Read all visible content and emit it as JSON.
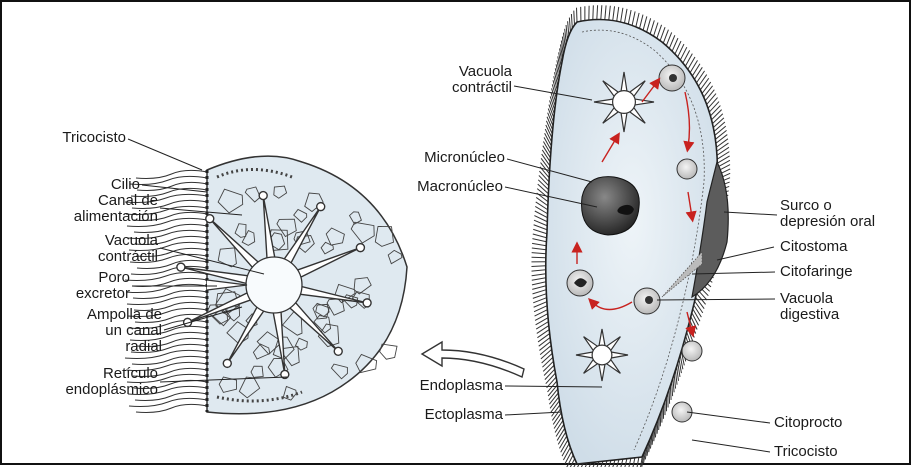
{
  "left_labels": {
    "tricocisto": "Tricocisto",
    "cilio": "Cilio",
    "canal_alimentacion": [
      "Canal de",
      "alimentación"
    ],
    "vacuola_contractil": [
      "Vacuola",
      "contráctil"
    ],
    "poro_excretor": [
      "Poro",
      "excretor"
    ],
    "ampolla": [
      "Ampolla de",
      "un canal",
      "radial"
    ],
    "reticulo": [
      "Retículo",
      "endoplásmico"
    ]
  },
  "right_labels": {
    "vacuola_contractil_top": [
      "Vacuola",
      "contráctil"
    ],
    "micronucleo": "Micronúcleo",
    "macronucleo": "Macronúcleo",
    "surco": [
      "Surco o",
      "depresión oral"
    ],
    "citostoma": "Citostoma",
    "citofaringe": "Citofaringe",
    "vacuola_digestiva": [
      "Vacuola",
      "digestiva"
    ],
    "endoplasma": "Endoplasma",
    "ectoplasma": "Ectoplasma",
    "citoprocto": "Citoprocto",
    "tricocisto_bottom": "Tricocisto"
  },
  "colors": {
    "cytoplasm": "#dbe6ee",
    "outline": "#222222",
    "arrow_red": "#c8221f",
    "nucleus": "#3a3a3a"
  }
}
